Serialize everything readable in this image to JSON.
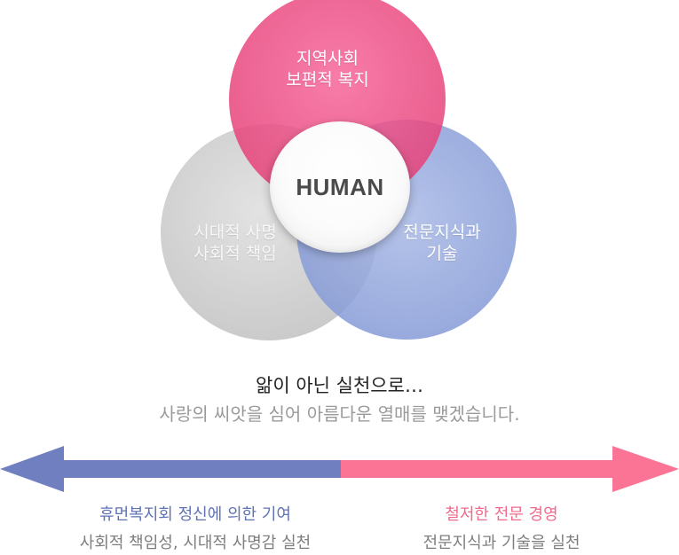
{
  "diagram": {
    "circles": {
      "top": {
        "label_line1": "지역사회",
        "label_line2": "보편적 복지",
        "color": "#ee4a80"
      },
      "left": {
        "label_line1": "시대적 사명",
        "label_line2": "사회적 책임",
        "color": "#c8c8c8"
      },
      "right": {
        "label_line1": "전문지식과",
        "label_line2": "기술",
        "color": "#8ea2da"
      }
    },
    "center": {
      "label": "HUMAN"
    }
  },
  "message": {
    "line1": "앎이 아닌 실천으로…",
    "line2": "사랑의 씨앗을 심어 아름다운 열매를 맺겠습니다."
  },
  "arrow": {
    "left_color": "#6f7fbf",
    "right_color": "#fb7496"
  },
  "bottom": {
    "left": {
      "title": "휴먼복지회 정신에 의한 기여",
      "subtitle": "사회적 책임성, 시대적 사명감 실천"
    },
    "right": {
      "title": "철저한 전문 경영",
      "subtitle": "전문지식과 기술을 실천"
    }
  }
}
